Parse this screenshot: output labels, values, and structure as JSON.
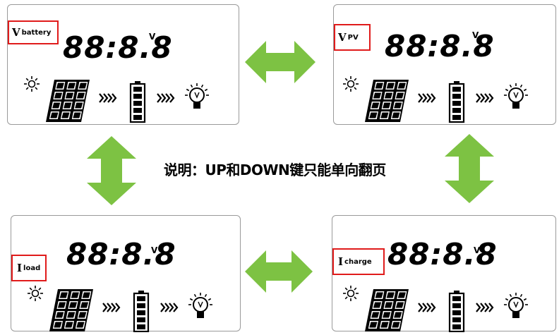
{
  "caption": "说明：UP和DOWN键只能单向翻页",
  "accent_color": "#7dc243",
  "highlight_color": "#e01b1b",
  "icons": [
    "sun-icon",
    "solar-panel-icon",
    "flow-arrows-icon",
    "battery-icon",
    "bulb-icon"
  ],
  "panels": [
    {
      "id": "battery",
      "label_main": "V",
      "label_sub": "battery",
      "digits": "88:8.8",
      "unit": "V"
    },
    {
      "id": "pv",
      "label_main": "V",
      "label_sub": "PV",
      "digits": "88:8.8",
      "unit": "V"
    },
    {
      "id": "load",
      "label_main": "I",
      "label_sub": "load",
      "digits": "88:8.8",
      "unit": "V"
    },
    {
      "id": "charge",
      "label_main": "I",
      "label_sub": "charge",
      "digits": "88:8.8",
      "unit": "V"
    }
  ]
}
